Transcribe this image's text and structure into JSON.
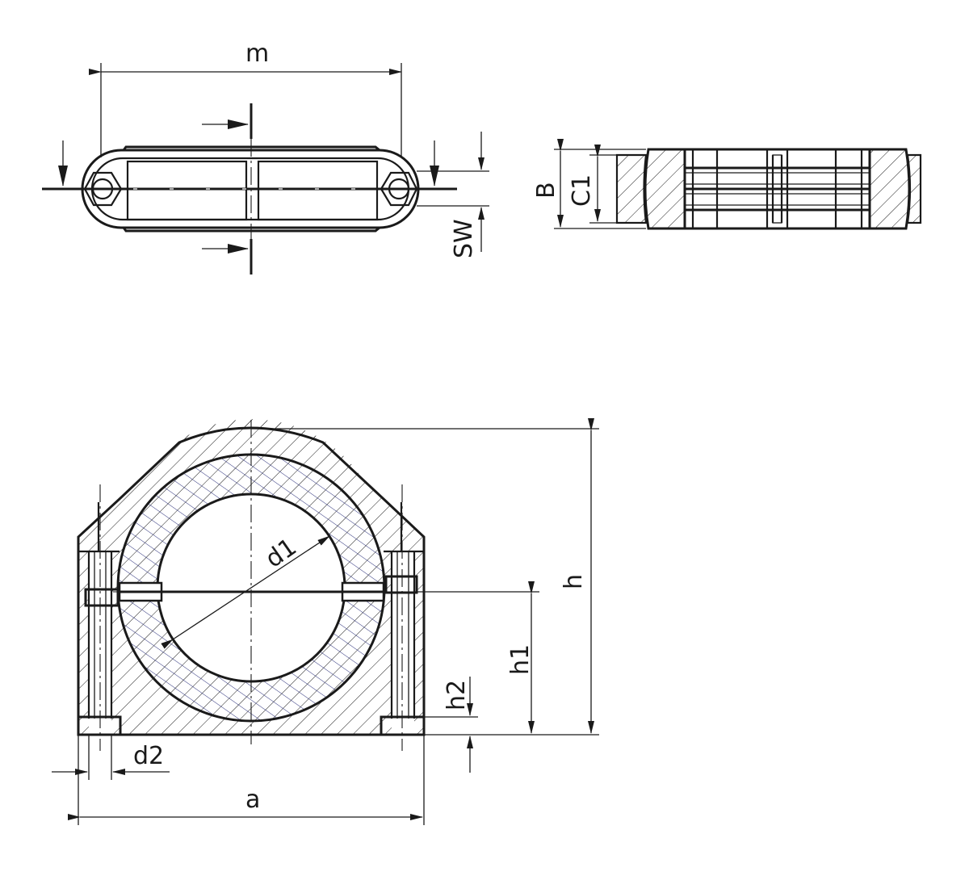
{
  "labels": {
    "m": "m",
    "SW": "SW",
    "B": "B",
    "C1": "C1",
    "d1": "d1",
    "h": "h",
    "h1": "h1",
    "h2": "h2",
    "d2": "d2",
    "a": "a"
  },
  "colors": {
    "line": "#1a1a1a",
    "hatch_outer": "#1a1a1a",
    "hatch_inner": "#2a2f7a",
    "background": "#ffffff"
  }
}
